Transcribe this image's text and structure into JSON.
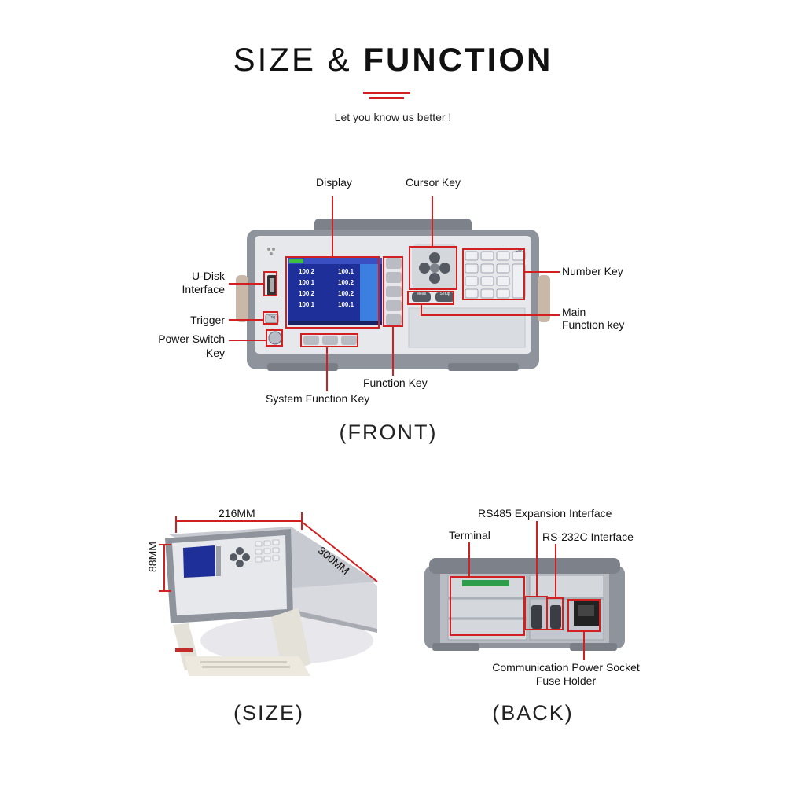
{
  "header": {
    "title_light": "SIZE &",
    "title_bold": "FUNCTION",
    "subtitle": "Let you know us better !"
  },
  "front": {
    "caption": "(FRONT)",
    "labels": {
      "display": "Display",
      "cursor_key": "Cursor Key",
      "number_key": "Number Key",
      "main_function_line1": "Main",
      "main_function_line2": "Function key",
      "udisk_line1": "U-Disk",
      "udisk_line2": "Interface",
      "trigger": "Trigger",
      "power_line1": "Power Switch",
      "power_line2": "Key",
      "function_key": "Function Key",
      "system_function_key": "System Function Key"
    },
    "device_keys": {
      "meas": "Meas",
      "setup": "Setup",
      "trig": "Trig",
      "esc": "Esc"
    }
  },
  "size": {
    "caption": "(SIZE)",
    "width": "216MM",
    "depth": "300MM",
    "height": "88MM"
  },
  "back": {
    "caption": "(BACK)",
    "labels": {
      "rs485": "RS485 Expansion Interface",
      "terminal": "Terminal",
      "rs232": "RS-232C Interface",
      "power_line1": "Communication Power Socket",
      "power_line2": "Fuse Holder"
    }
  },
  "colors": {
    "accent_red": "#d21f1f",
    "device_gray": "#8f939c",
    "screen_blue": "#1e2f9a"
  }
}
